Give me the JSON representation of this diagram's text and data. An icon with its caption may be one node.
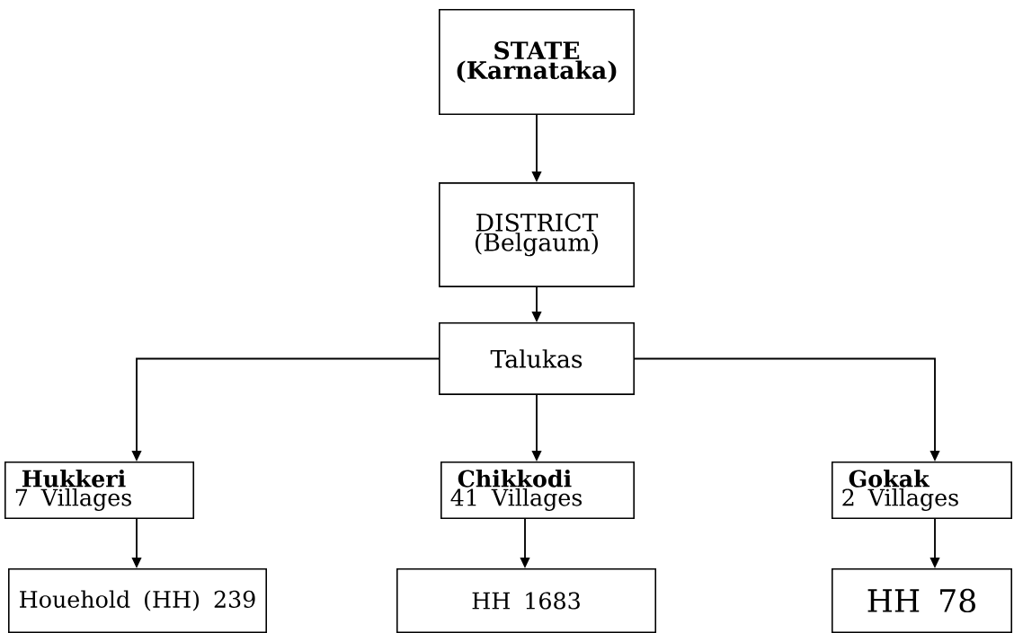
{
  "diagram": {
    "nodes": [
      {
        "text": [
          "STATE (Karnataka)"
        ]
      },
      {
        "text": [
          "DISTRICT (Belgaum)"
        ]
      },
      {
        "text": [
          "Talukas"
        ]
      },
      {
        "text": [
          "Hukkeri",
          "7 Villages"
        ]
      },
      {
        "text": [
          "Chikkodi",
          "41 Villages"
        ]
      },
      {
        "text": [
          "Gokak",
          "2 Villages"
        ]
      },
      {
        "text": [
          "Houehold (HH) 239"
        ]
      },
      {
        "text": [
          "HH 1683"
        ]
      },
      {
        "text": [
          "HH 78"
        ]
      }
    ],
    "edges": [
      {
        "from": 0,
        "to": 1,
        "arrow": "to"
      },
      {
        "from": 1,
        "to": 2,
        "arrow": "to"
      },
      {
        "from": 2,
        "to": 3,
        "arrow": "to"
      },
      {
        "from": 2,
        "to": 4,
        "arrow": "to"
      },
      {
        "from": 2,
        "to": 5,
        "arrow": "to"
      },
      {
        "from": 3,
        "to": 6,
        "arrow": "to"
      },
      {
        "from": 4,
        "to": 7,
        "arrow": "to"
      },
      {
        "from": 5,
        "to": 8,
        "arrow": "to"
      }
    ]
  }
}
